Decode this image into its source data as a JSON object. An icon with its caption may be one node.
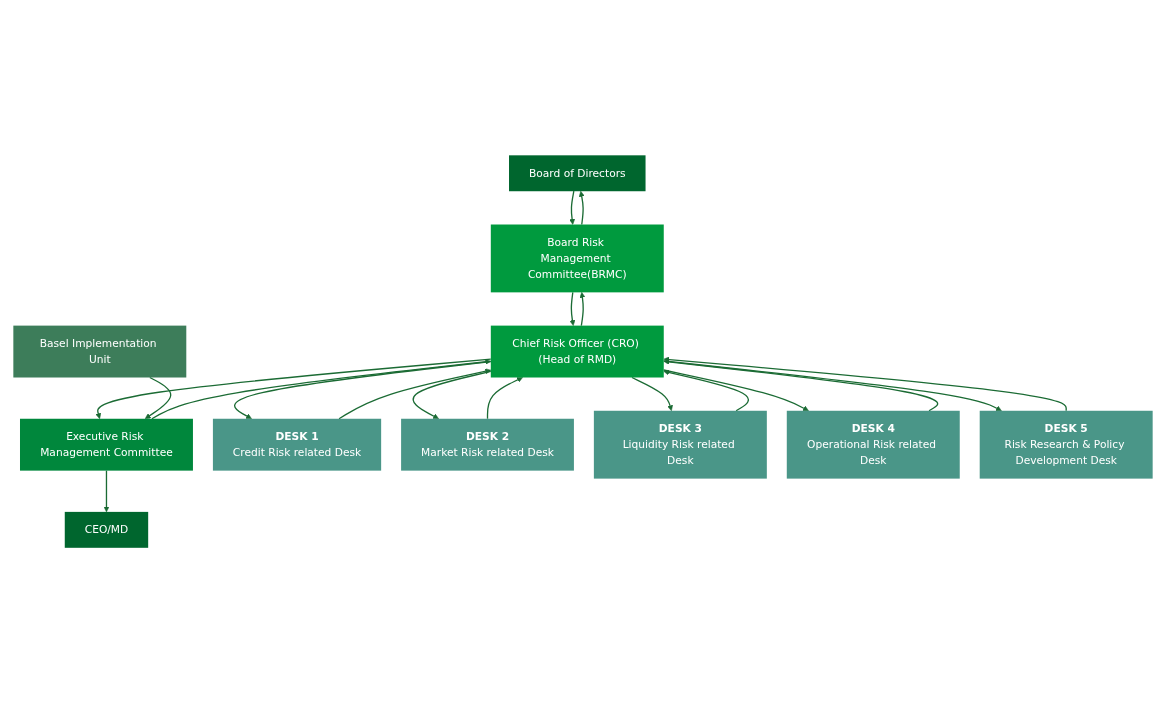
{
  "diagram": {
    "nodes": [
      {
        "text": [
          "Board of Directors"
        ]
      },
      {
        "text": [
          "Board Risk Management Committee(BRMC)"
        ]
      },
      {
        "text": [
          "Chief Risk Officer (CRO) (Head of RMD)"
        ]
      },
      {
        "text": [
          "CEO/MD"
        ]
      },
      {
        "text": [
          "Executive Risk Management Committee"
        ]
      },
      {
        "text": [
          "DESK 1",
          "Credit Risk related Desk"
        ]
      },
      {
        "text": [
          "DESK 2",
          "Market Risk related Desk"
        ]
      },
      {
        "text": [
          "DESK 3",
          "Liquidity Risk related Desk"
        ]
      },
      {
        "text": [
          "DESK 4",
          "Operational Risk related Desk"
        ]
      },
      {
        "text": [
          "DESK 5",
          "Risk Research & Policy Development Desk"
        ]
      },
      {
        "text": [
          "Basel Implementation Unit"
        ]
      }
    ],
    "edges": [
      {
        "from": 0,
        "to": 1,
        "arrow": "to"
      },
      {
        "from": 1,
        "to": 0,
        "arrow": "to"
      },
      {
        "from": 1,
        "to": 2,
        "arrow": "to"
      },
      {
        "from": 2,
        "to": 1,
        "arrow": "to"
      },
      {
        "from": 2,
        "to": 4,
        "arrow": "to"
      },
      {
        "from": 4,
        "to": 2,
        "arrow": "to"
      },
      {
        "from": 4,
        "to": 3,
        "arrow": "to"
      },
      {
        "from": 2,
        "to": 5,
        "arrow": "to"
      },
      {
        "from": 2,
        "to": 6,
        "arrow": "to"
      },
      {
        "from": 2,
        "to": 7,
        "arrow": "to"
      },
      {
        "from": 2,
        "to": 8,
        "arrow": "to"
      },
      {
        "from": 2,
        "to": 9,
        "arrow": "to"
      },
      {
        "from": 5,
        "to": 2,
        "arrow": "to"
      },
      {
        "from": 6,
        "to": 2,
        "arrow": "to"
      },
      {
        "from": 7,
        "to": 2,
        "arrow": "to"
      },
      {
        "from": 8,
        "to": 2,
        "arrow": "to"
      },
      {
        "from": 9,
        "to": 2,
        "arrow": "to"
      },
      {
        "from": 10,
        "to": 4,
        "arrow": "to"
      }
    ]
  }
}
